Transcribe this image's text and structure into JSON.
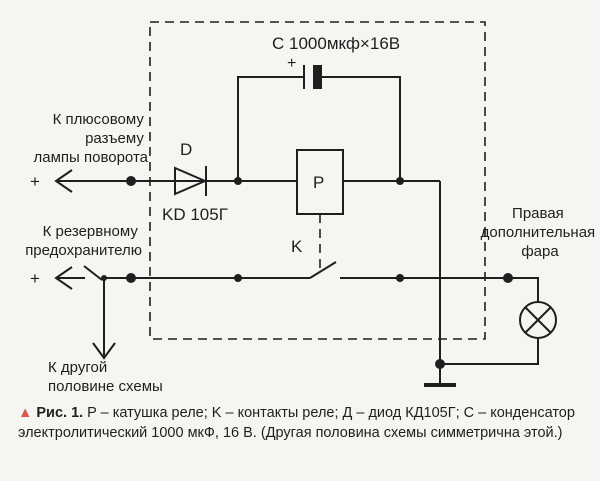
{
  "diagram": {
    "capacitor_label": "C 1000мкф×16В",
    "capacitor_plus": "+",
    "diode_label_top": "D",
    "diode_label_bottom": "KD 105Г",
    "relay_coil_label": "P",
    "contacts_label": "K",
    "terminal_plus_top": "+",
    "terminal_plus_bottom": "+",
    "lamp_terminal_label": [
      "К плюсовому",
      "разъему",
      "лампы поворота"
    ],
    "fuse_label": [
      "К резервному",
      "предохранителю"
    ],
    "other_half_label": [
      "К другой",
      "половине схемы"
    ],
    "headlight_label": [
      "Правая",
      "дополнительная",
      "фара"
    ]
  },
  "caption": {
    "figure": "Рис. 1.",
    "text": "P – катушка реле; K – контакты реле; Д – диод КД105Г; C – конденсатор электролитический 1000 мкФ, 16 В. (Другая половина схемы симметрична этой.)"
  },
  "colors": {
    "background": "#f6f5f2",
    "ink": "#1f1f1f",
    "caption_marker": "#d9534f"
  }
}
